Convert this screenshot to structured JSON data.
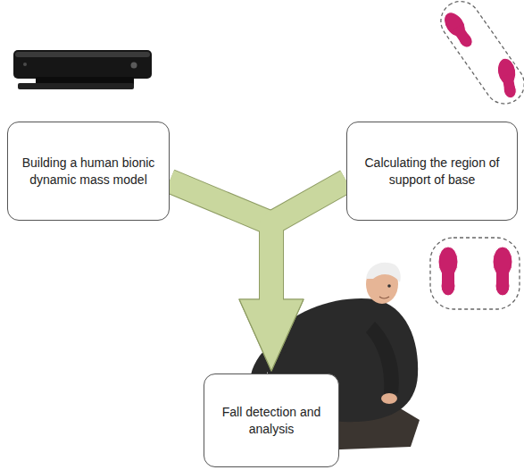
{
  "diagram": {
    "nodes": [
      {
        "text": [
          "Building a human bionic dynamic mass model"
        ]
      },
      {
        "text": [
          "Calculating the region of support of base"
        ]
      },
      {
        "text": [
          "Fall detection and analysis"
        ]
      }
    ],
    "edges": [
      {
        "from": 0,
        "to": 2,
        "arrow": "to"
      },
      {
        "from": 1,
        "to": 2,
        "arrow": "to"
      }
    ]
  }
}
